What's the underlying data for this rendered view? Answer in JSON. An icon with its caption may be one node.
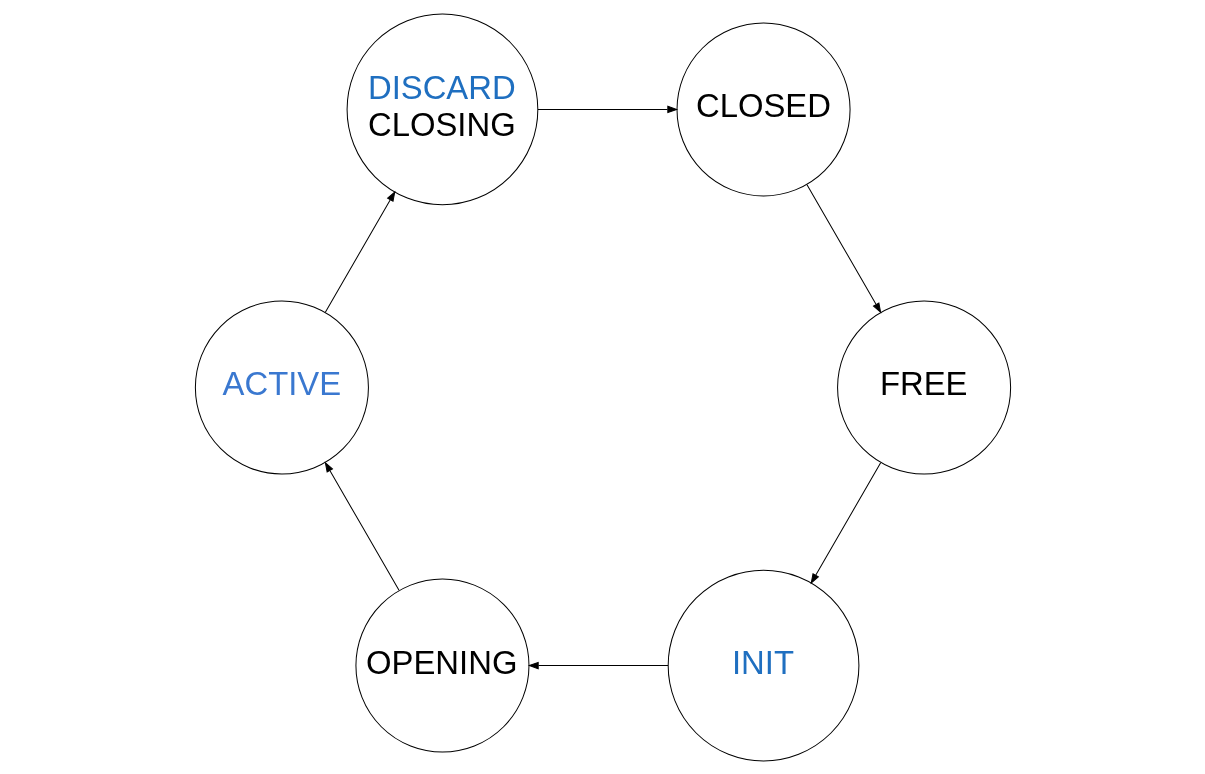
{
  "diagram": {
    "nodes": [
      {
        "text": [
          "INIT"
        ]
      },
      {
        "text": [
          "OPENING"
        ]
      },
      {
        "text": [
          "ACTIVE"
        ]
      },
      {
        "text": [
          "DISCARD",
          "CLOSING"
        ]
      },
      {
        "text": [
          "CLOSED"
        ]
      },
      {
        "text": [
          "FREE"
        ]
      }
    ],
    "edges": [
      {
        "from": 0,
        "to": 1,
        "arrow": "to"
      },
      {
        "from": 1,
        "to": 2,
        "arrow": "to"
      },
      {
        "from": 2,
        "to": 3,
        "arrow": "to"
      },
      {
        "from": 3,
        "to": 4,
        "arrow": "to"
      },
      {
        "from": 4,
        "to": 5,
        "arrow": "to"
      },
      {
        "from": 5,
        "to": 0,
        "arrow": "to"
      }
    ]
  }
}
